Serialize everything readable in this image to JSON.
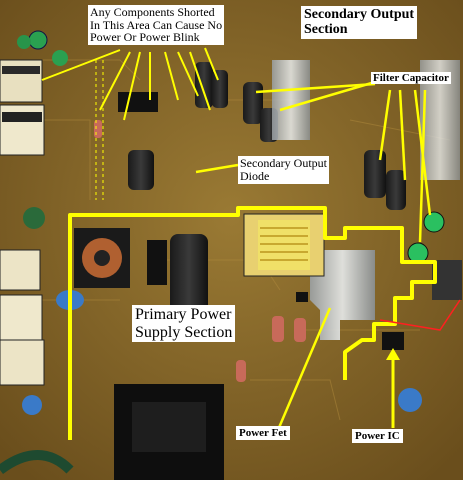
{
  "labels": {
    "shorted_line1": "Any Components Shorted",
    "shorted_line2": "In This Area Can Cause No",
    "shorted_line3": "Power Or Power Blink",
    "secondary_line1": "Secondary Output",
    "secondary_line2": "Section",
    "filter": "Filter Capacitor",
    "diode_line1": "Secondary Output",
    "diode_line2": "Diode",
    "primary_line1": "Primary Power",
    "primary_line2": "Supply Section",
    "fet": "Power Fet",
    "ic": "Power IC"
  },
  "colors": {
    "board": "#8a6a28",
    "annotation_yellow": "#ffff00",
    "divider_red": "#ff2020",
    "label_bg": "#ffffff"
  }
}
